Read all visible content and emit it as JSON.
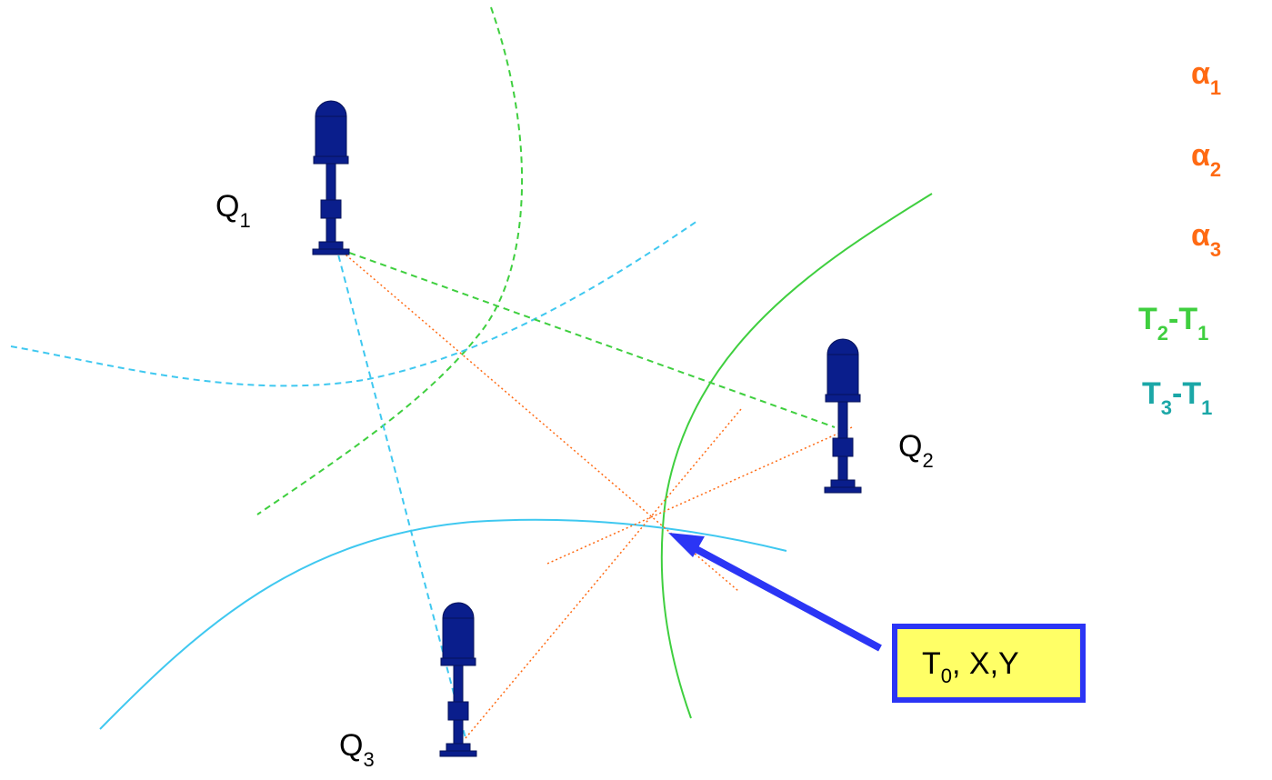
{
  "colors": {
    "orange": "#ff6a13",
    "green": "#3fcf3f",
    "cyan": "#3fc8f0",
    "teal": "#1ba7a7",
    "sensor": "#0a1e8c",
    "arrow": "#2b35f5",
    "box_fill": "#ffff66",
    "box_border": "#2b35f5"
  },
  "sensors": [
    {
      "id": "Q1",
      "label_main": "Q",
      "label_sub": "1"
    },
    {
      "id": "Q2",
      "label_main": "Q",
      "label_sub": "2"
    },
    {
      "id": "Q3",
      "label_main": "Q",
      "label_sub": "3"
    }
  ],
  "legend": [
    {
      "main": "α",
      "sub": "1",
      "color_key": "orange"
    },
    {
      "main": "α",
      "sub": "2",
      "color_key": "orange"
    },
    {
      "main": "α",
      "sub": "3",
      "color_key": "orange"
    },
    {
      "main": "T",
      "sub": "2",
      "mid": "-T",
      "sub2": "1",
      "color_key": "green"
    },
    {
      "main": "T",
      "sub": "3",
      "mid": "-T",
      "sub2": "1",
      "color_key": "teal"
    }
  ],
  "result_box": {
    "main": "T",
    "sub": "0",
    "rest": ", X,Y"
  },
  "icons": {
    "sensor": "hydrophone-sensor-icon",
    "arrow": "pointer-arrow-icon"
  }
}
